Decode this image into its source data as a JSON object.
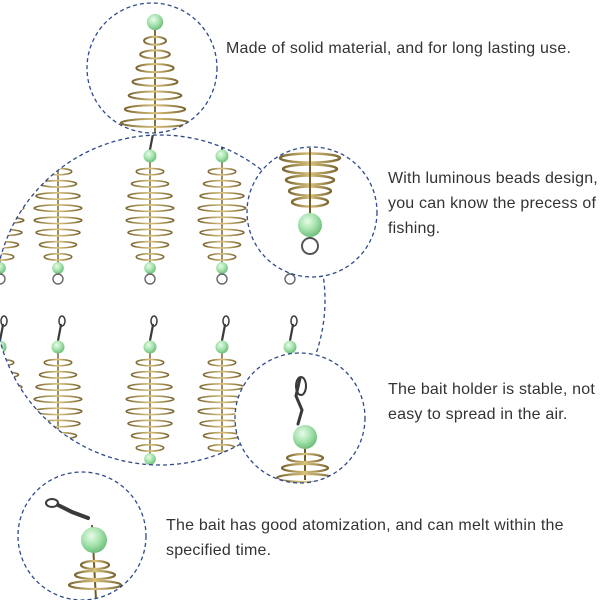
{
  "features": [
    {
      "text": "Made of solid material, and for long lasting use."
    },
    {
      "text": "With luminous beads design, you can know the precess of fishing."
    },
    {
      "text": "The bait holder is stable, not easy to spread in the air."
    },
    {
      "text": "The bait has good atomization, and can melt within the specified time."
    }
  ],
  "colors": {
    "circle_border": "#2f4a8a",
    "spring_metal": "#b59a52",
    "spring_dark": "#6f5c2a",
    "bead_glow": "#9fe3a9",
    "swivel": "#3a3a3a",
    "text": "#333333"
  },
  "icons": [
    "spring-bait-feeder",
    "luminous-bead",
    "swivel-clip"
  ]
}
